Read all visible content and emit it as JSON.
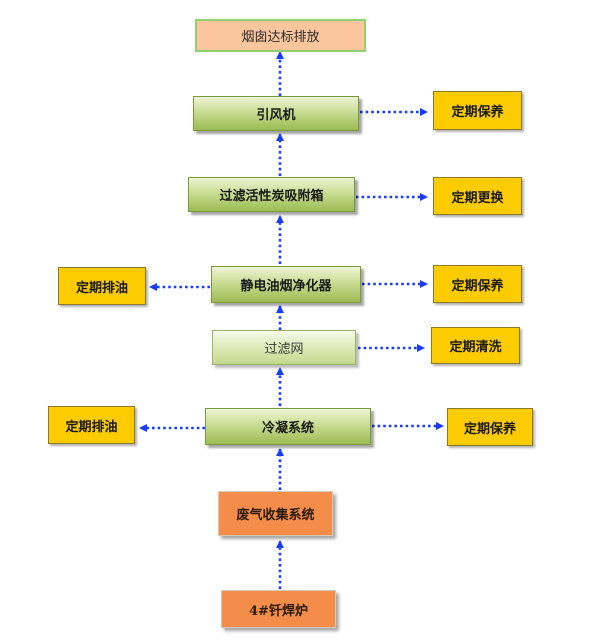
{
  "nodes": {
    "emission": "烟囱达标排放",
    "fan": "引风机",
    "carbon": "过滤活性炭吸附箱",
    "esp": "静电油烟净化器",
    "filter_net": "过滤网",
    "condense": "冷凝系统",
    "collection": "废气收集系统",
    "furnace": "4#钎焊炉"
  },
  "actions": {
    "fan_maint": "定期保养",
    "carbon_replace": "定期更换",
    "esp_drain": "定期排油",
    "esp_maint": "定期保养",
    "filter_clean": "定期清洗",
    "condense_drain": "定期排油",
    "condense_maint": "定期保养"
  },
  "colors": {
    "arrow": "#1a3cff",
    "process_box": "#a9c764",
    "action_box": "#fccc00",
    "source_box": "#f58d4a",
    "output_box": "#fbc69e"
  }
}
